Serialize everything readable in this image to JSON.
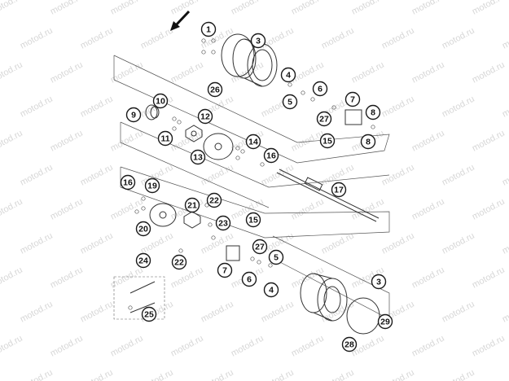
{
  "watermark": "motod.ru",
  "colors": {
    "line": "#333333",
    "watermark": "#d7d7d7",
    "background": "#ffffff"
  },
  "icons": {
    "arrow": "direction-arrow-icon"
  },
  "callouts": [
    "1",
    "3",
    "26",
    "4",
    "5",
    "6",
    "7",
    "8",
    "27",
    "8",
    "15",
    "10",
    "9",
    "11",
    "12",
    "13",
    "14",
    "16",
    "17",
    "16",
    "19",
    "21",
    "22",
    "20",
    "23",
    "15",
    "24",
    "22",
    "27",
    "5",
    "7",
    "6",
    "4",
    "3",
    "29",
    "25",
    "28"
  ]
}
